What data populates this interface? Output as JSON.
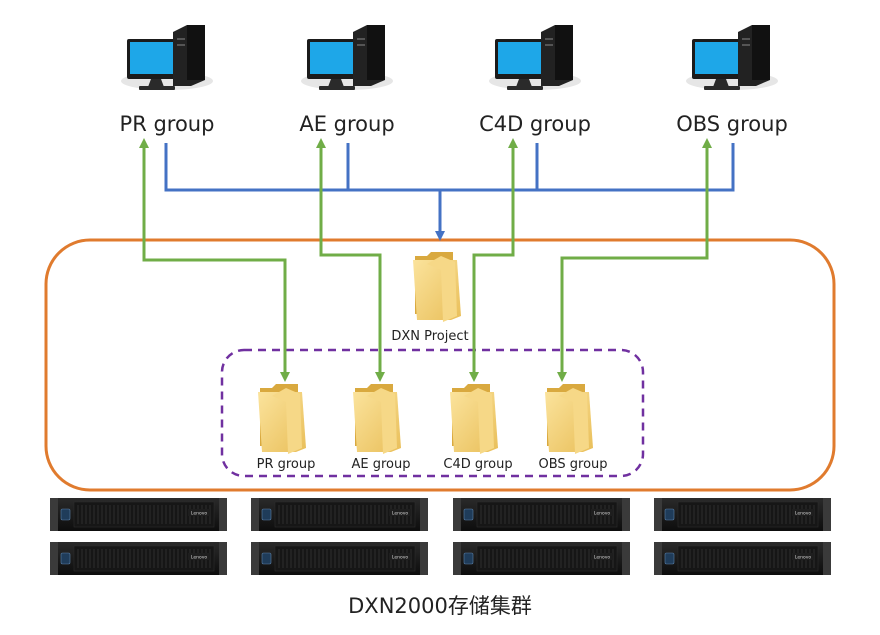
{
  "workstations": [
    {
      "label": "PR group"
    },
    {
      "label": "AE group"
    },
    {
      "label": "C4D group"
    },
    {
      "label": "OBS group"
    }
  ],
  "project_folder": {
    "label": "DXN Project"
  },
  "sub_folders": [
    {
      "label": "PR group"
    },
    {
      "label": "AE group"
    },
    {
      "label": "C4D group"
    },
    {
      "label": "OBS group"
    }
  ],
  "server_brand": "Lenovo",
  "footer": {
    "label": "DXN2000存储集群"
  },
  "colors": {
    "blue_line": "#4472c4",
    "green_line": "#70ad47",
    "orange_border": "#e07b2e",
    "purple_dashed": "#7030a0",
    "folder_yellow": "#f3d27a",
    "monitor_screen": "#1ea7e8"
  },
  "icons": {
    "workstation": "desktop-computer-icon",
    "folder": "folder-icon",
    "server": "rack-server-icon"
  }
}
